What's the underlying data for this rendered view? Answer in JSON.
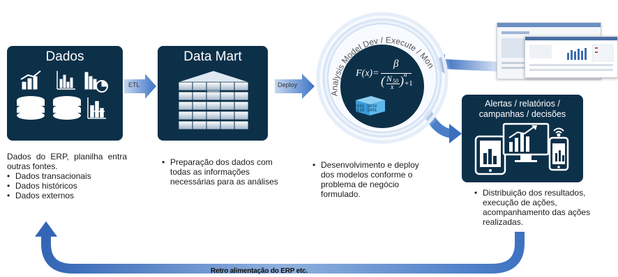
{
  "boxes": {
    "dados": {
      "title": "Dados"
    },
    "datamart": {
      "title": "Data Mart"
    },
    "alertas": {
      "title_line1": "Alertas / relatórios /",
      "title_line2": "campanhas / decisões"
    }
  },
  "circle": {
    "ring_text": "Analysis Model Dev / Execute / Monitor",
    "formula": {
      "lhs": "F(x)=",
      "numerator": "β",
      "base_open": "(",
      "N": "N",
      "sub": "50",
      "over": "x",
      "base_close": ")",
      "exp": "a",
      "plus": "+1"
    },
    "binary": "0101 1010 0110 1001"
  },
  "arrows": {
    "etl": "ETL",
    "deploy": "Deploy"
  },
  "captions": {
    "dados": {
      "intro": "Dados do ERP, planilha entra outras fontes.",
      "items": [
        "Dados transacionais",
        "Dados históricos",
        "Dados externos"
      ]
    },
    "datamart": {
      "text": "Preparação dos dados com todas as informações necessárias para as análises"
    },
    "modelo": {
      "text": "Desenvolvimento e deploy dos modelos conforme o problema de negócio formulado."
    },
    "alertas": {
      "text": "Distribuição dos resultados, execução de ações, acompanhamento das ações realizadas."
    }
  },
  "feedback": {
    "label": "Retro alimentação do ERP etc."
  },
  "colors": {
    "box": "#0d3049",
    "arrow": "#4a7fc8",
    "arrow_light": "#c8daf2"
  }
}
